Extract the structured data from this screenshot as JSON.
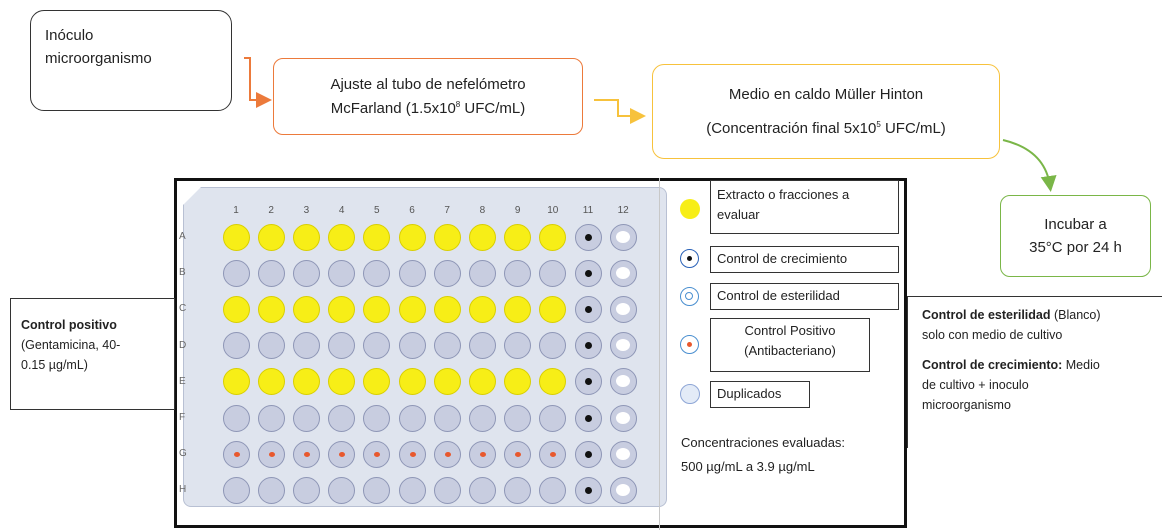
{
  "flow": {
    "inoculo": {
      "line1": "Inóculo",
      "line2": "microorganismo"
    },
    "ajuste": {
      "line1": "Ajuste al tubo de nefelómetro",
      "line2_pre": "McFarland (1.5x10",
      "line2_sup": "8",
      "line2_post": " UFC/mL)"
    },
    "medio": {
      "line1": "Medio en caldo Müller Hinton",
      "line2_pre": "(Concentración final 5x10",
      "line2_sup": "5",
      "line2_post": " UFC/mL)"
    },
    "incubar": {
      "line1": "Incubar a",
      "line2": "35°C por 24 h"
    }
  },
  "plate": {
    "columns": [
      "1",
      "2",
      "3",
      "4",
      "5",
      "6",
      "7",
      "8",
      "9",
      "10",
      "11",
      "12"
    ],
    "rows": [
      "A",
      "B",
      "C",
      "D",
      "E",
      "F",
      "G",
      "H"
    ],
    "row_types": [
      "extract",
      "dup",
      "extract",
      "dup",
      "extract",
      "dup",
      "positive",
      "dup"
    ],
    "col11_type": "growth",
    "col12_type": "sterile"
  },
  "legend": {
    "extract": "Extracto o fracciones a evaluar",
    "growth": "Control de crecimiento",
    "sterile": "Control de esterilidad",
    "positive_line1": "Control Positivo",
    "positive_line2": "(Antibacteriano)",
    "duplicates": "Duplicados"
  },
  "concentrations": {
    "line1": "Concentraciones evaluadas:",
    "line2": "500 µg/mL a 3.9 µg/mL"
  },
  "left_note": {
    "title": "Control positivo",
    "line1": "(Gentamicina, 40-",
    "line2": "0.15 µg/mL)"
  },
  "right_note": {
    "sterile_title": "Control de esterilidad",
    "sterile_rest": " (Blanco)",
    "sterile_line2": "solo con medio de cultivo",
    "growth_title": "Control de crecimiento:",
    "growth_rest": " Medio",
    "growth_line2": "de cultivo + inoculo",
    "growth_line3": "microorganismo"
  },
  "colors": {
    "ajuste_border": "#ec7a3b",
    "medio_border": "#f7c23c",
    "incubar_border": "#7ab648",
    "extract_well": "#f7ee17",
    "positive_dot": "#e8582d"
  }
}
